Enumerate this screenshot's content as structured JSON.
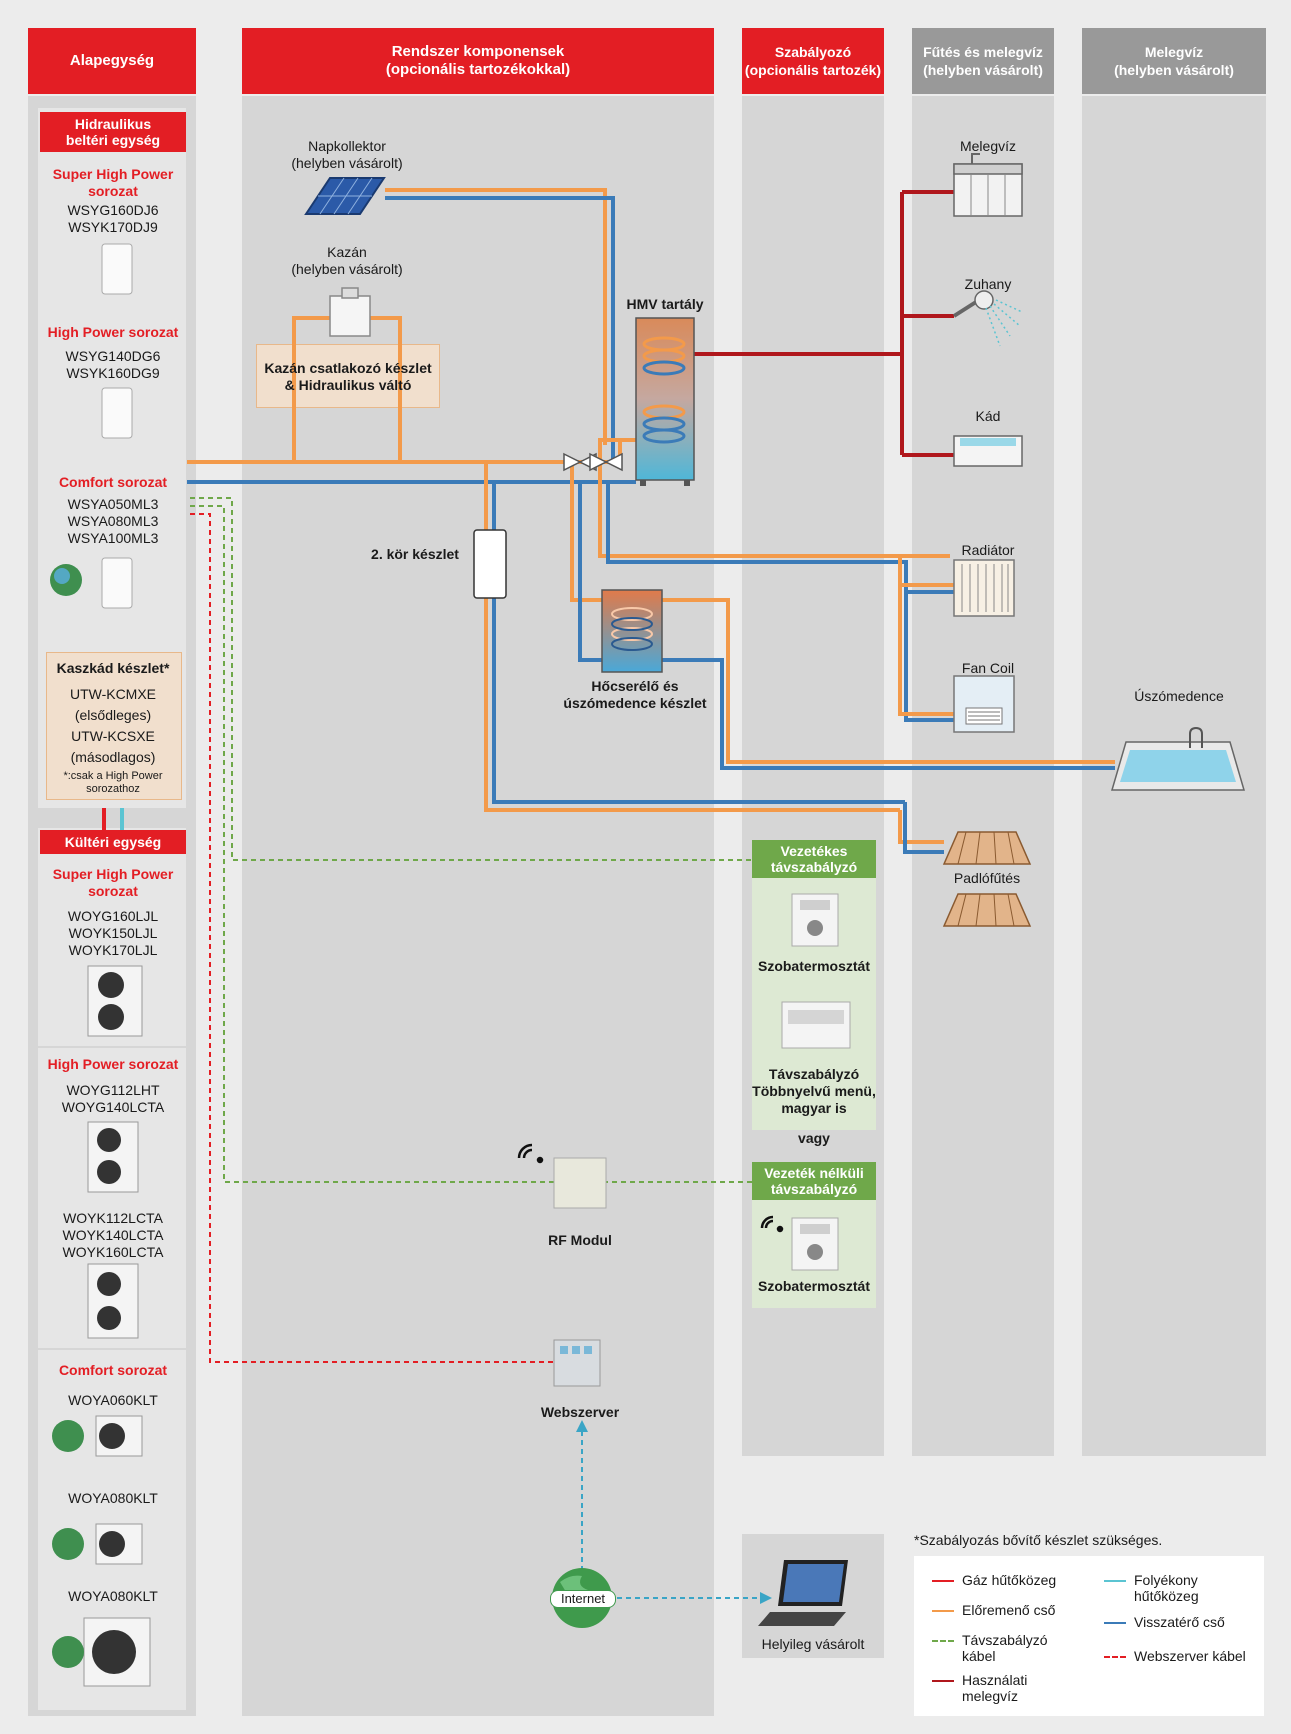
{
  "headers": {
    "base_unit": "Alapegység",
    "system": [
      "Rendszer komponensek",
      "(opcionális tartozékokkal)"
    ],
    "controller": [
      "Szabályozó",
      "(opcionális tartozék)"
    ],
    "heating_hw": [
      "Fűtés és melegvíz",
      "(helyben vásárolt)"
    ],
    "hot_water": [
      "Melegvíz",
      "(helyben vásárolt)"
    ]
  },
  "indoor": {
    "header": [
      "Hidraulikus",
      "beltéri egység"
    ],
    "series": [
      {
        "name": [
          "Super High Power",
          "sorozat"
        ],
        "models": [
          "WSYG160DJ6",
          "WSYK170DJ9"
        ]
      },
      {
        "name": [
          "High Power sorozat"
        ],
        "models": [
          "WSYG140DG6",
          "WSYK160DG9"
        ]
      },
      {
        "name": [
          "Comfort sorozat"
        ],
        "models": [
          "WSYA050ML3",
          "WSYA080ML3",
          "WSYA100ML3"
        ]
      }
    ],
    "cascade": {
      "title": "Kaszkád készlet*",
      "lines": [
        "UTW-KCMXE",
        "(elsődleges)",
        "UTW-KCSXE",
        "(másodlagos)"
      ],
      "note": [
        "*:csak a High Power",
        "sorozathoz"
      ]
    }
  },
  "outdoor": {
    "header": "Kültéri egység",
    "series": [
      {
        "name": [
          "Super High Power",
          "sorozat"
        ],
        "models": [
          "WOYG160LJL",
          "WOYK150LJL",
          "WOYK170LJL"
        ]
      },
      {
        "name": [
          "High Power sorozat"
        ],
        "models": [
          "WOYG112LHT",
          "WOYG140LCTA"
        ],
        "models2": [
          "WOYK112LCTA",
          "WOYK140LCTA",
          "WOYK160LCTA"
        ]
      },
      {
        "name": [
          "Comfort sorozat"
        ],
        "models": [
          "WOYA060KLT",
          "WOYA080KLT",
          "WOYA080KLT"
        ]
      }
    ]
  },
  "components": {
    "solar": [
      "Napkollektor",
      "(helyben vásárolt)"
    ],
    "boiler": [
      "Kazán",
      "(helyben vásárolt)"
    ],
    "boiler_kit": [
      "Kazán csatlakozó készlet",
      "& Hidraulikus váltó"
    ],
    "dhw_tank": "HMV tartály",
    "second_circuit": "2. kör készlet",
    "exchanger": [
      "Hőcserélő és",
      "úszómedence készlet"
    ],
    "rf_module": "RF Modul",
    "webserver": "Webszerver",
    "internet": "Internet",
    "locally": "Helyileg vásárolt"
  },
  "controllers": {
    "wired_header": [
      "Vezetékes",
      "távszabályzó"
    ],
    "thermostat": "Szobatermosztát",
    "remote": [
      "Távszabályzó",
      "Többnyelvű menü,",
      "magyar is"
    ],
    "or": "vagy",
    "wireless_header": [
      "Vezeték nélküli",
      "távszabályzó"
    ],
    "thermostat2": "Szobatermosztát"
  },
  "consumers": {
    "hot_water": "Melegvíz",
    "shower": "Zuhany",
    "bath": "Kád",
    "radiator": "Radiátor",
    "fancoil": "Fan Coil",
    "floor": "Padlófűtés",
    "pool": "Úszómedence"
  },
  "legend": {
    "note": "*Szabályozás bővítő készlet szükséges.",
    "items": [
      {
        "label": [
          "Gáz hűtőközeg"
        ],
        "color": "#e31e24",
        "style": "solid"
      },
      {
        "label": [
          "Előremenő cső"
        ],
        "color": "#f39a4a",
        "style": "solid"
      },
      {
        "label": [
          "Távszabályzó",
          "kábel"
        ],
        "color": "#6fa84a",
        "style": "dashed"
      },
      {
        "label": [
          "Használati",
          "melegvíz"
        ],
        "color": "#b0171c",
        "style": "solid"
      },
      {
        "label": [
          "Folyékony",
          "hűtőközeg"
        ],
        "color": "#5bc4d2",
        "style": "solid"
      },
      {
        "label": [
          "Visszatérő cső"
        ],
        "color": "#3b7bb8",
        "style": "solid"
      },
      {
        "label": [
          "Webszerver kábel"
        ],
        "color": "#e31e24",
        "style": "dashed"
      }
    ]
  },
  "colors": {
    "red": "#e31e24",
    "orange": "#f39a4a",
    "blue": "#3b7bb8",
    "green": "#6fa84a",
    "darkred": "#b0171c",
    "cyan": "#5bc4d2"
  }
}
